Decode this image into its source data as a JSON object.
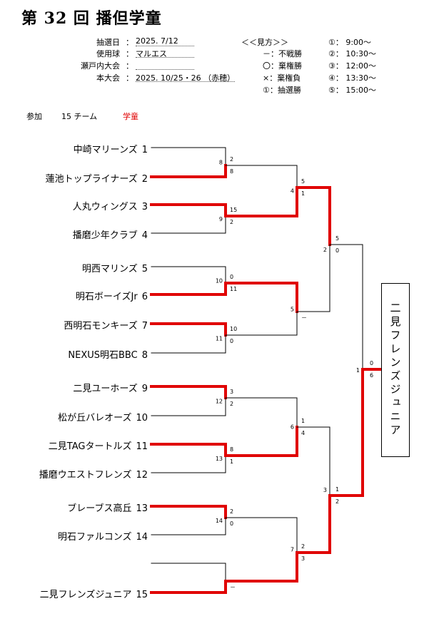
{
  "header": {
    "title": "第 32 回 播但学童"
  },
  "info": [
    {
      "label": "抽選日",
      "value": "2025. 7/12"
    },
    {
      "label": "使用球",
      "value": "マルエス"
    },
    {
      "label": "瀬戸内大会",
      "value": ""
    },
    {
      "label": "本大会",
      "value": "2025. 10/25・26 （赤穂）"
    }
  ],
  "legend": {
    "title": "＜＜見方＞＞",
    "items": [
      "－：不戦勝",
      "〇：棄権勝",
      "×：棄権負",
      "①：抽選勝"
    ]
  },
  "times": [
    "①： 9:00～",
    "②： 10:30～",
    "③： 12:00～",
    "④： 13:30～",
    "⑤： 15:00～"
  ],
  "participation": {
    "label": "参加",
    "count": "15 チーム",
    "category": "学童"
  },
  "teams": [
    {
      "name": "中崎マリーンズ",
      "seed": "1"
    },
    {
      "name": "蓮池トップライナーズ",
      "seed": "2"
    },
    {
      "name": "人丸ウィングス",
      "seed": "3"
    },
    {
      "name": "播磨少年クラブ",
      "seed": "4"
    },
    {
      "name": "明西マリンズ",
      "seed": "5"
    },
    {
      "name": "明石ボーイズJr",
      "seed": "6"
    },
    {
      "name": "西明石モンキーズ",
      "seed": "7"
    },
    {
      "name": "NEXUS明石BBC",
      "seed": "8"
    },
    {
      "name": "二見ユーホーズ",
      "seed": "9"
    },
    {
      "name": "松が丘バレオーズ",
      "seed": "10"
    },
    {
      "name": "二見TAGタートルズ",
      "seed": "11"
    },
    {
      "name": "播磨ウエストフレンズ",
      "seed": "12"
    },
    {
      "name": "ブレーブス高丘",
      "seed": "13"
    },
    {
      "name": "明石ファルコンズ",
      "seed": "14"
    },
    {
      "name": "二見フレンズジュニア",
      "seed": "15"
    }
  ],
  "champion": "二見フレンズジュニア",
  "colors": {
    "win": "#e00000",
    "line": "#000000"
  },
  "r1": [
    {
      "game": "8",
      "top": "2",
      "bottom": "8"
    },
    {
      "game": "9",
      "top": "15",
      "bottom": "2"
    },
    {
      "game": "10",
      "top": "0",
      "bottom": "11"
    },
    {
      "game": "11",
      "top": "10",
      "bottom": "0"
    },
    {
      "game": "12",
      "top": "3",
      "bottom": "2"
    },
    {
      "game": "13",
      "top": "8",
      "bottom": "1"
    },
    {
      "game": "14",
      "top": "2",
      "bottom": "0"
    },
    {
      "game": "",
      "top": "",
      "bottom": "－"
    }
  ],
  "r2": [
    {
      "game": "4",
      "top": "5",
      "bottom": "1"
    },
    {
      "game": "5",
      "top": "",
      "bottom": "－"
    },
    {
      "game": "6",
      "top": "1",
      "bottom": "4"
    },
    {
      "game": "7",
      "top": "2",
      "bottom": "3"
    }
  ],
  "r3": [
    {
      "game": "2",
      "top": "5",
      "bottom": "0"
    },
    {
      "game": "3",
      "top": "1",
      "bottom": "2"
    }
  ],
  "final": {
    "game": "1",
    "top": "0",
    "bottom": "6"
  }
}
